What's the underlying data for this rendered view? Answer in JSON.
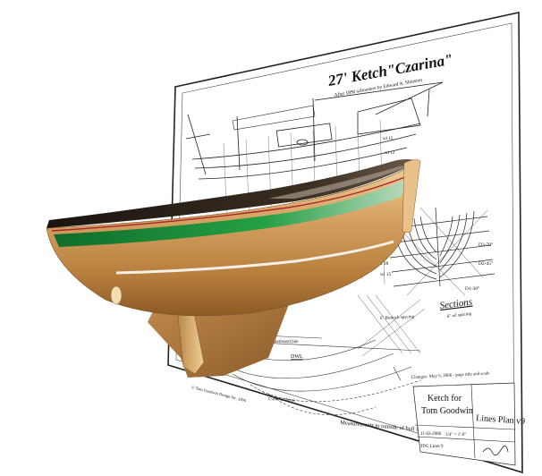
{
  "drawing": {
    "title": "27' Ketch\"Czarina\"",
    "subtitle": "After 1890 schooners by Edward A. Shinston",
    "sections_heading": "Sections",
    "sections_note": "6\" wl spacing",
    "buttock_note": "6\" Buttock spacing",
    "centerboard_label": "Centerboard line",
    "waterline_label": "DWL",
    "changes_note": "Changes: May 5, 2006 - page title and scale",
    "measurement_note": "Measurements to outside of hull in feet and inches",
    "title_block": {
      "client_line1": "Ketch for",
      "client_line2": "Tom Goodwin",
      "sheet_name": "Lines Plan v9",
      "date": "11-02-2006",
      "scale": "1/4\" = 1'-0\"",
      "drawn_by": "TPG Lines 9"
    },
    "copyright": "© Tom Goodwin Design Inc. 2006",
    "curve_label": "Curve of Areas"
  },
  "hull_model": {
    "bottom_color": "#c8924e",
    "boot_stripe_color": "#1f8a3a",
    "topside_color": "#2a211a",
    "rudder_color": "#d9a85e"
  }
}
